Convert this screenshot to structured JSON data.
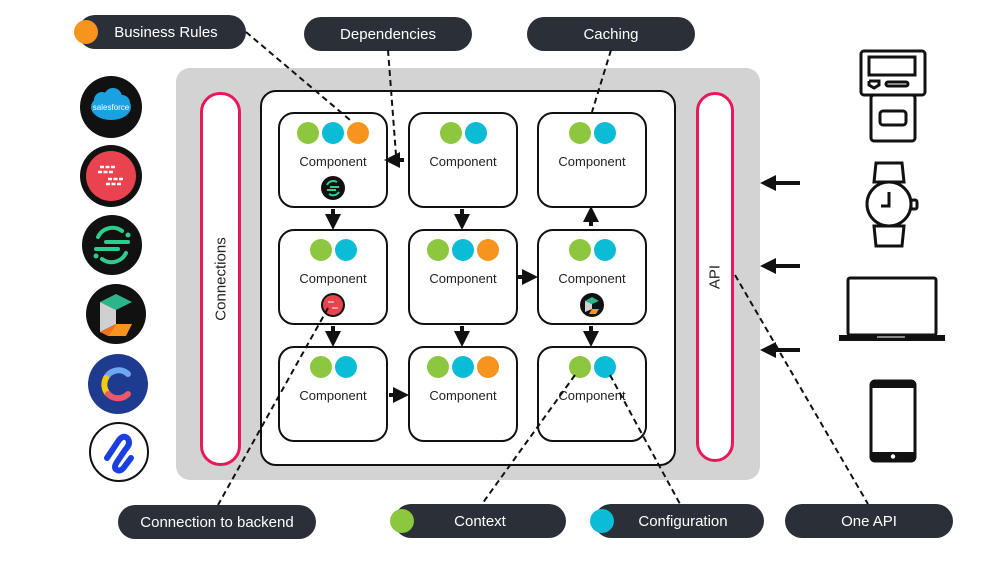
{
  "colors": {
    "context": "#8dc63f",
    "configuration": "#0bbcd6",
    "business_rules": "#f7941d",
    "rail": "#e8195a",
    "pill": "#2a2f38",
    "panel": "#d3d3d3"
  },
  "callouts": {
    "business_rules": "Business Rules",
    "dependencies": "Dependencies",
    "caching": "Caching",
    "connection_to_backend": "Connection to backend",
    "context": "Context",
    "configuration": "Configuration",
    "one_api": "One API"
  },
  "rails": {
    "connections": "Connections",
    "api": "API"
  },
  "components": [
    {
      "label": "Component",
      "dots": [
        "context",
        "configuration",
        "business_rules"
      ],
      "badge": "segment-icon"
    },
    {
      "label": "Component",
      "dots": [
        "context",
        "configuration"
      ],
      "badge": null
    },
    {
      "label": "Component",
      "dots": [
        "context",
        "configuration"
      ],
      "badge": null
    },
    {
      "label": "Component",
      "dots": [
        "context",
        "configuration"
      ],
      "badge": "sanity-icon"
    },
    {
      "label": "Component",
      "dots": [
        "context",
        "configuration",
        "business_rules"
      ],
      "badge": null
    },
    {
      "label": "Component",
      "dots": [
        "context",
        "configuration"
      ],
      "badge": "kontent-icon"
    },
    {
      "label": "Component",
      "dots": [
        "context",
        "configuration"
      ],
      "badge": null
    },
    {
      "label": "Component",
      "dots": [
        "context",
        "configuration",
        "business_rules"
      ],
      "badge": null
    },
    {
      "label": "Component",
      "dots": [
        "context",
        "configuration"
      ],
      "badge": null
    }
  ],
  "backends": [
    {
      "name": "salesforce-logo",
      "text": "salesforce"
    },
    {
      "name": "sanity-logo",
      "text": ""
    },
    {
      "name": "segment-logo",
      "text": ""
    },
    {
      "name": "kontent-logo",
      "text": ""
    },
    {
      "name": "contentful-logo",
      "text": ""
    },
    {
      "name": "storyblok-logo",
      "text": ""
    }
  ],
  "devices": [
    "kiosk-icon",
    "smartwatch-icon",
    "laptop-icon",
    "smartphone-icon"
  ]
}
